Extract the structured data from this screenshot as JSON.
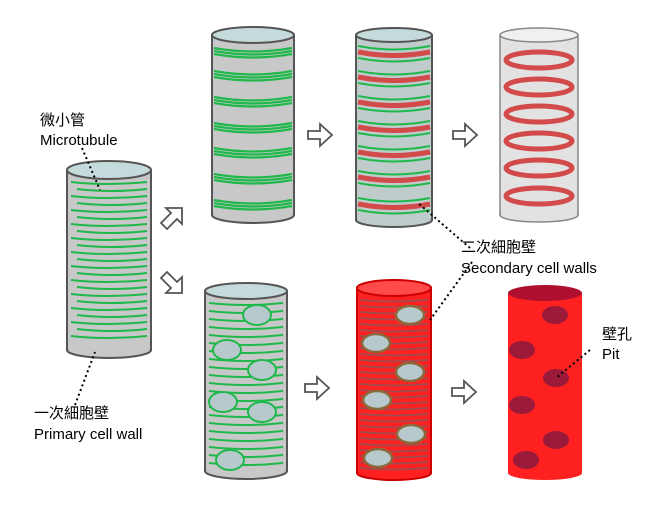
{
  "labels": {
    "microtubule_zh": "微小管",
    "microtubule_en": "Microtubule",
    "primary_zh": "一次細胞壁",
    "primary_en": "Primary cell wall",
    "secondary_zh": "二次細胞壁",
    "secondary_en": "Secondary cell walls",
    "pit_zh": "壁孔",
    "pit_en": "Pit"
  },
  "colors": {
    "microtubule": "#1fb84a",
    "secondary_wall": "#d34a4a",
    "cell_wall_gray": "#c8c8c8",
    "cell_top": "#c5dada",
    "pit_wall_red": "#ff2020",
    "pit_dark": "#9b1a3a",
    "pit_hole_light": "#b7c9cd"
  },
  "icons": [
    "arrow-right-icon",
    "arrow-up-right-icon",
    "arrow-down-right-icon"
  ]
}
